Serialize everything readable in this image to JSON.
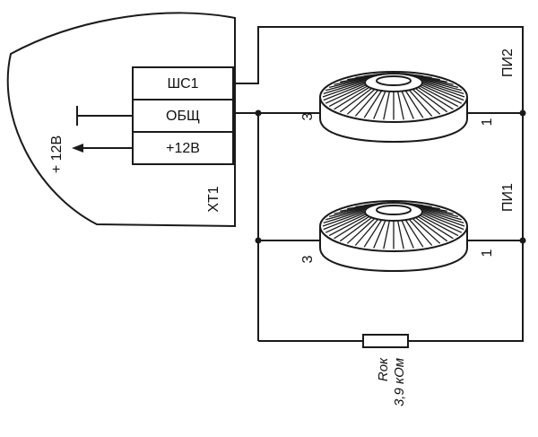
{
  "block": {
    "terminals": [
      "ШС1",
      "ОБЩ",
      "+12В"
    ],
    "connector_label": "ХТ1",
    "supply_label": "+ 12В"
  },
  "detectors": [
    {
      "name": "ПИ2",
      "pin_left": "3",
      "pin_right": "1"
    },
    {
      "name": "ПИ1",
      "pin_left": "3",
      "pin_right": "1"
    }
  ],
  "resistor": {
    "designator": "Rок",
    "value": "3,9 кОм"
  }
}
